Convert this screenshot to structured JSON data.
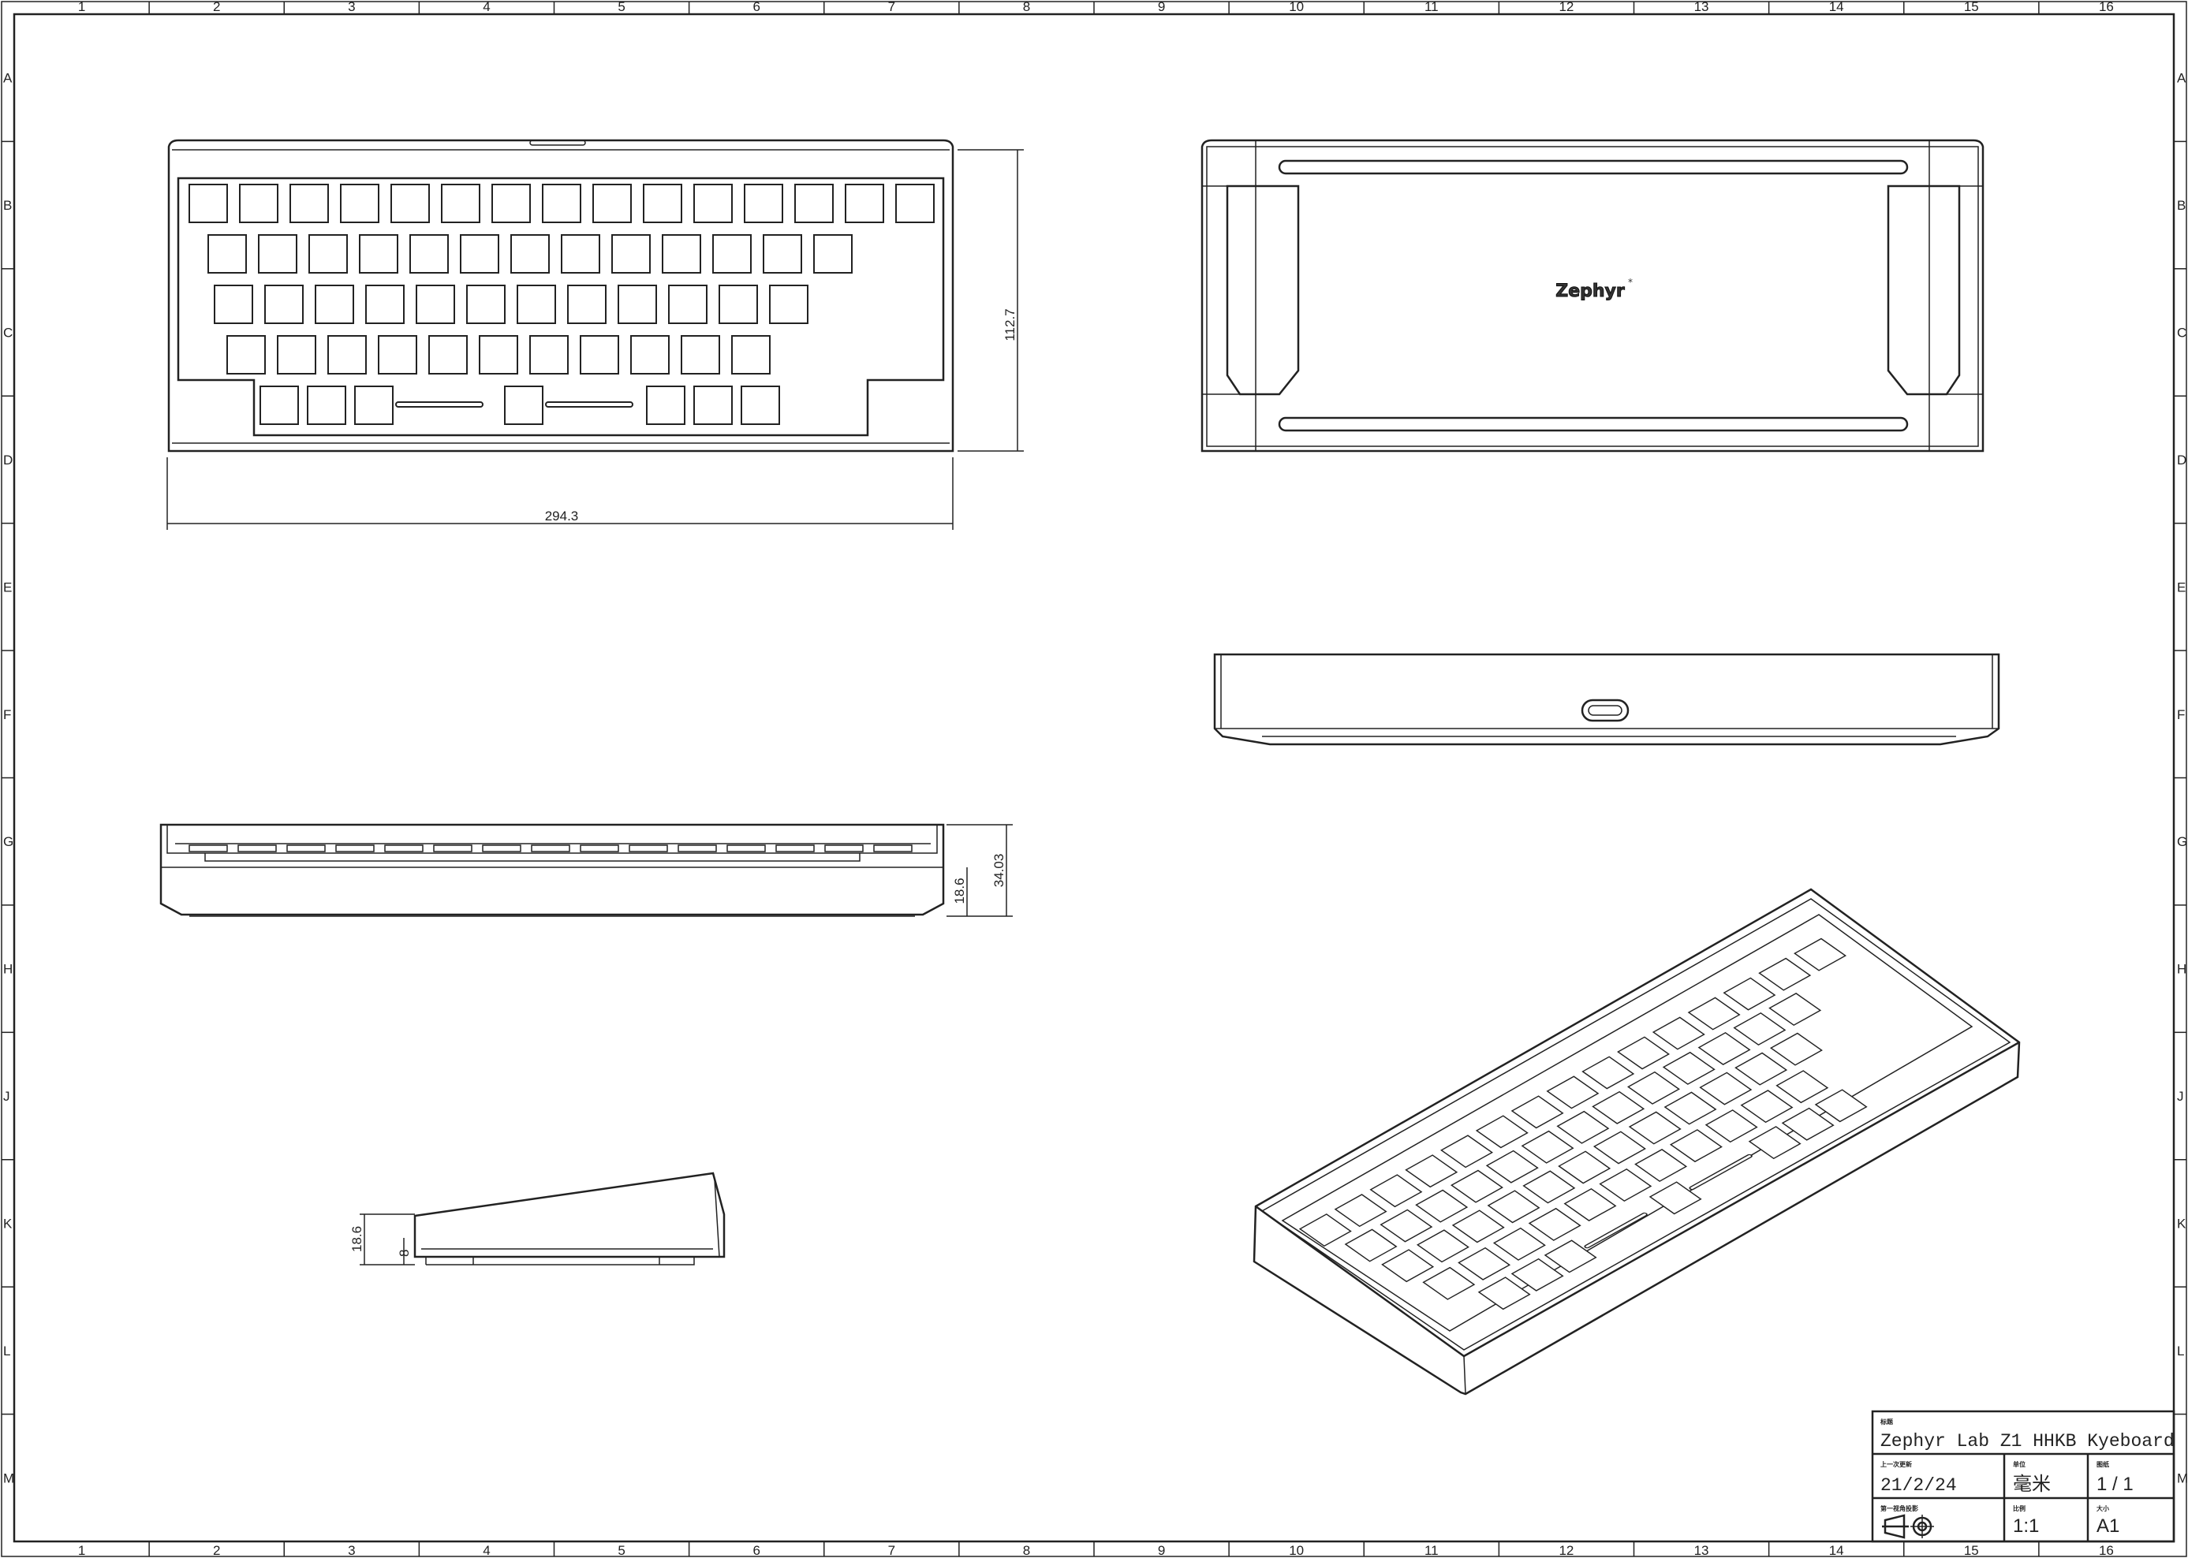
{
  "sheet": {
    "columns": [
      "1",
      "2",
      "3",
      "4",
      "5",
      "6",
      "7",
      "8",
      "9",
      "10",
      "11",
      "12",
      "13",
      "14",
      "15",
      "16"
    ],
    "rows": [
      "A",
      "B",
      "C",
      "D",
      "E",
      "F",
      "G",
      "H",
      "J",
      "K",
      "L",
      "M"
    ]
  },
  "views": {
    "top": {
      "width_dim": "294.3",
      "depth_dim": "112.7"
    },
    "bottom": {
      "logo": "Zephyr"
    },
    "front": {
      "height_dim": "34.03",
      "inner_dim": "18.6"
    },
    "side": {
      "height_dim": "18.6",
      "inner_dim": "8"
    }
  },
  "title_block": {
    "title_label": "标题",
    "title": "Zephyr Lab Z1 HHKB Kyeboard",
    "updated_label": "上一次更新",
    "updated": "21/2/24",
    "unit_label": "单位",
    "unit": "毫米",
    "sheet_label": "图纸",
    "sheet": "1 / 1",
    "projection_label": "第一视角投影",
    "scale_label": "比例",
    "scale": "1:1",
    "size_label": "大小",
    "size": "A1"
  }
}
